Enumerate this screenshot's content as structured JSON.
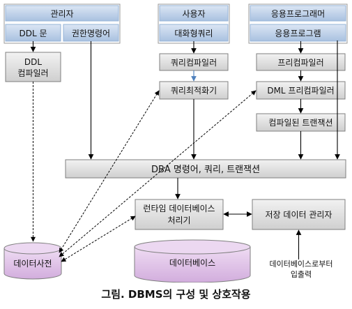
{
  "groups": {
    "admin": {
      "label": "관리자",
      "ddl": "DDL 문",
      "auth": "권한명령어"
    },
    "user": {
      "label": "사용자",
      "query": "대화형쿼리"
    },
    "programmer": {
      "label": "응용프로그래머",
      "program": "응용프로그램"
    }
  },
  "components": {
    "ddl_compiler": [
      "DDL",
      "컴파일러"
    ],
    "query_compiler": "쿼리컴파일러",
    "precompiler": "프리컴파일러",
    "query_optimizer": "쿼리최적화기",
    "dml_precompiler": "DML 프리컴파일러",
    "compiled_transaction": "컴파일된 트랜잭션",
    "dba_bar": "DBA 명령어, 쿼리, 트랜잭션",
    "runtime_processor": [
      "런타임 데이터베이스",
      "처리기"
    ],
    "storage_manager": "저장 데이터 관리자",
    "dictionary": "데이터사전",
    "database": "데이터베이스",
    "io_note": [
      "데이터베이스로부터",
      "입출력"
    ]
  },
  "caption": "그림. DBMS의 구성 및 상호작용",
  "colors": {
    "header_fill": "#b9cde5",
    "box_fill": "#dedede",
    "bar_fill": "#d9d9d9",
    "cylinder_fill": "#e4c9ec",
    "stroke": "#7f7f7f",
    "arrow": "#000000",
    "blue_arrow": "#4f81bd"
  }
}
